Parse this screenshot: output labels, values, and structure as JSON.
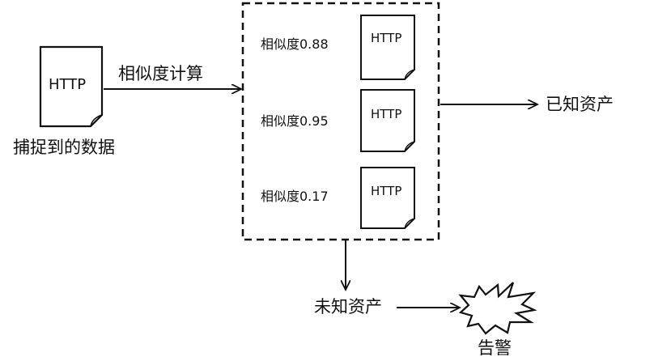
{
  "source_doc": {
    "icon": "document-icon",
    "label": "HTTP",
    "caption": "捕捉到的数据"
  },
  "compute_arrow_label": "相似度计算",
  "candidates": [
    {
      "similarity_label": "相似度0.88",
      "doc_label": "HTTP"
    },
    {
      "similarity_label": "相似度0.95",
      "doc_label": "HTTP"
    },
    {
      "similarity_label": "相似度0.17",
      "doc_label": "HTTP"
    }
  ],
  "known_asset_label": "已知资产",
  "unknown_asset_label": "未知资产",
  "alert": {
    "icon": "explosion-icon",
    "label": "告警"
  }
}
